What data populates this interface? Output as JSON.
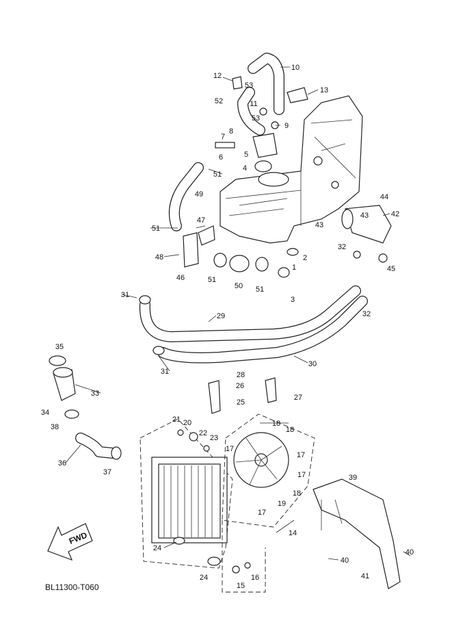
{
  "diagram": {
    "code": "BL11300-T060",
    "direction_label": "FWD",
    "callouts": [
      "10",
      "12",
      "13",
      "53",
      "11",
      "52",
      "53",
      "9",
      "8",
      "7",
      "6",
      "5",
      "4",
      "51",
      "49",
      "44",
      "42",
      "43",
      "43",
      "47",
      "51",
      "32",
      "2",
      "1",
      "45",
      "48",
      "46",
      "51",
      "50",
      "51",
      "3",
      "31",
      "32",
      "29",
      "30",
      "31",
      "28",
      "26",
      "27",
      "25",
      "35",
      "33",
      "34",
      "38",
      "36",
      "37",
      "21",
      "20",
      "18",
      "22",
      "23",
      "18",
      "17",
      "17",
      "17",
      "39",
      "18",
      "19",
      "17",
      "14",
      "24",
      "40",
      "40",
      "41",
      "24",
      "16",
      "15"
    ]
  }
}
